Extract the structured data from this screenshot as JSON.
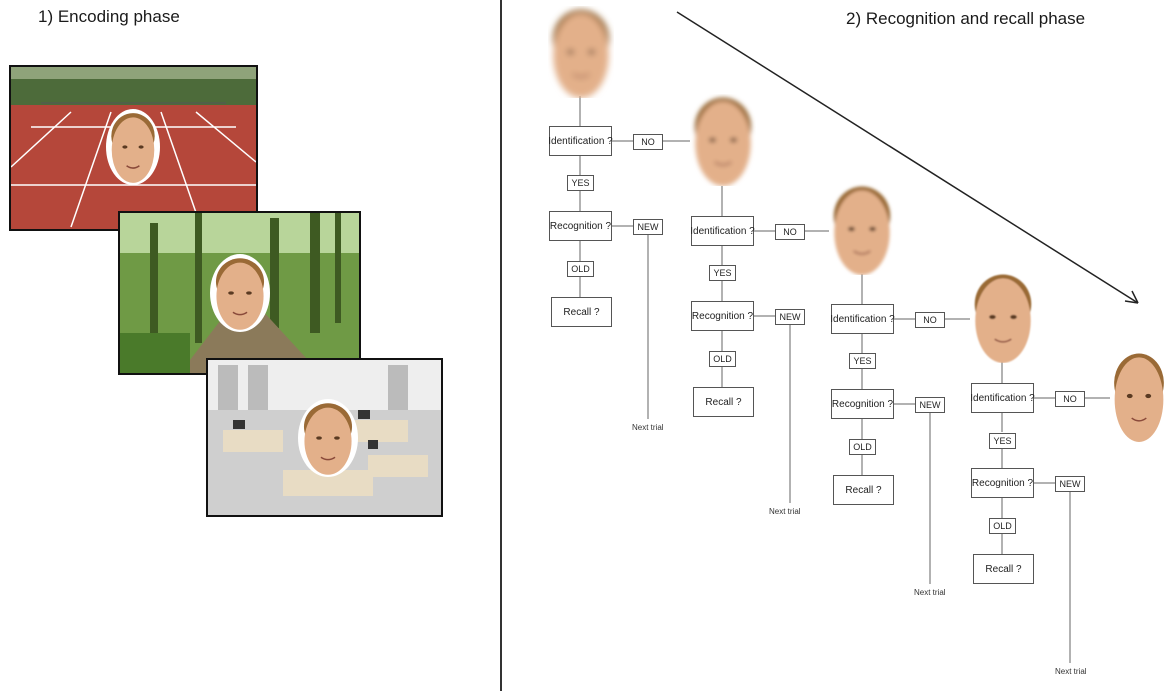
{
  "encoding": {
    "title": "1) Encoding phase",
    "scenes": [
      {
        "name": "tennis-court-scene"
      },
      {
        "name": "forest-scene"
      },
      {
        "name": "office-scene"
      }
    ]
  },
  "recall": {
    "title": "2) Recognition and recall phase",
    "labels": {
      "identification": "Identification ?",
      "recognition": "Recognition ?",
      "recall": "Recall ?",
      "no": "NO",
      "yes": "YES",
      "new": "NEW",
      "old": "OLD",
      "next_trial": "Next trial"
    },
    "stages": [
      {
        "face_clarity": 0.2
      },
      {
        "face_clarity": 0.4
      },
      {
        "face_clarity": 0.6
      },
      {
        "face_clarity": 0.8
      },
      {
        "face_clarity": 1.0
      }
    ]
  },
  "colors": {
    "court": "#b5473a",
    "forest": "#4f7d2e",
    "office": "#d8d8d8",
    "skin": "#e3b08a",
    "hair": "#9a6a36"
  }
}
